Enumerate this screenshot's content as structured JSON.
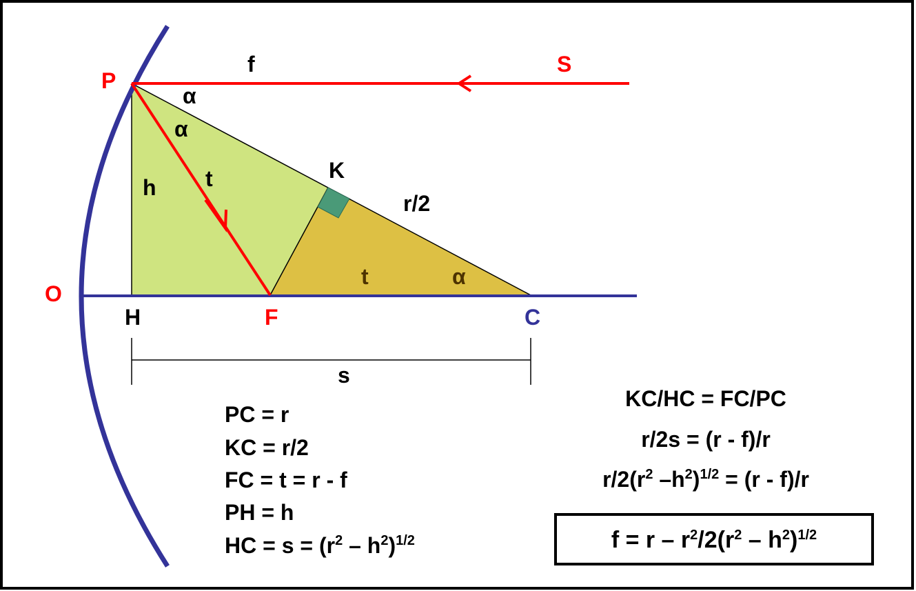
{
  "colors": {
    "red": "#ff0000",
    "blue": "#333399",
    "green_fill": "#cfe480",
    "gold_fill": "#ddc044",
    "right_angle": "#4a9a78",
    "dark_brown": "#4d3300",
    "black": "#000000"
  },
  "points": {
    "P": "P",
    "S": "S",
    "O": "O",
    "H": "H",
    "F": "F",
    "C": "C",
    "K": "K"
  },
  "segments": {
    "f": "f",
    "alpha_top": "α",
    "alpha_mid": "α",
    "alpha_c": "α",
    "h": "h",
    "t_ray": "t",
    "t_base": "t",
    "r_half": "r/2",
    "s": "s"
  },
  "definitions": [
    {
      "text": "PC = r"
    },
    {
      "text": "KC = r/2"
    },
    {
      "text": "FC = t = r - f"
    },
    {
      "text": "PH = h"
    },
    {
      "parts": [
        "HC = s = (r",
        "2",
        " – h",
        "2",
        ")",
        "1/2",
        ""
      ]
    }
  ],
  "derivation": [
    {
      "text": "KC/HC = FC/PC"
    },
    {
      "text": "r/2s = (r - f)/r"
    },
    {
      "parts": [
        "r/2(r",
        "2",
        " –h",
        "2",
        ")",
        "1/2",
        " = (r - f)/r"
      ]
    }
  ],
  "result": {
    "parts": [
      "f = r – r",
      "2",
      "/2(r",
      "2",
      " – h",
      "2",
      ")",
      "1/2",
      ""
    ]
  }
}
